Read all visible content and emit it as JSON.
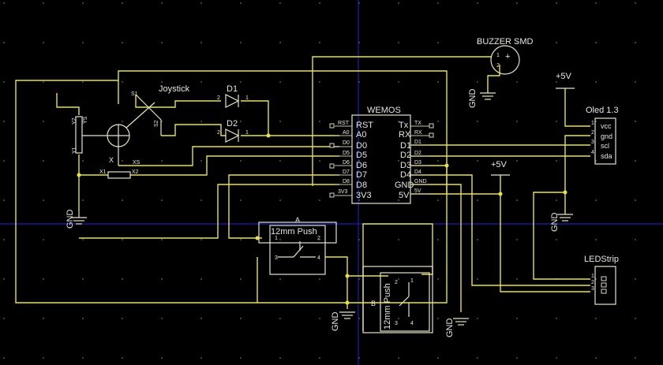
{
  "power": {
    "gnd": "GND",
    "vcc": "+5V"
  },
  "colors": {
    "background": "#000000",
    "wire": "#e7e24a",
    "symbol": "#e7e2c7",
    "origin_axes": "#1b1fb8"
  },
  "components": {
    "wemos": {
      "name": "WEMOS",
      "left_pins": [
        "RST",
        "A0",
        "D0",
        "D5",
        "D6",
        "D7",
        "D8",
        "3V3"
      ],
      "right_pins": [
        "Tx",
        "RX",
        "D1",
        "D2",
        "D3",
        "D4",
        "GND",
        "5V"
      ],
      "net_left": [
        "RST",
        "A0",
        "D0",
        "D5",
        "D6",
        "D7",
        "D8",
        "3V3"
      ],
      "net_right": [
        "TX",
        "RX",
        "D1",
        "D2",
        "D3",
        "D4",
        "GND",
        "5V"
      ]
    },
    "joystick": {
      "name": "Joystick",
      "axis_label": "X",
      "pins": {
        "s1": "S1",
        "s2": "S2",
        "y1": "Y1",
        "y2": "Y2",
        "ys": "YS",
        "xs": "XS",
        "x1": "X1",
        "x2": "X2"
      }
    },
    "d1": {
      "name": "D1",
      "pin_a": "2",
      "pin_k": "1"
    },
    "d2": {
      "name": "D2",
      "pin_a": "2",
      "pin_k": "1"
    },
    "buzzer": {
      "name": "BUZZER SMD",
      "plus": "+",
      "pin1": "1",
      "pin2": "2"
    },
    "oled": {
      "name": "Oled 1.3",
      "pins": [
        "vcc",
        "gnd",
        "scl",
        "sda"
      ],
      "numbers": [
        "1",
        "2",
        "3",
        "4"
      ]
    },
    "ledstrip": {
      "name": "LEDStrip",
      "numbers": [
        "1",
        "2",
        "3"
      ]
    },
    "switch_a": {
      "ref": "A",
      "name": "12mm Push",
      "pins": [
        "1",
        "2",
        "3",
        "4"
      ]
    },
    "switch_b": {
      "ref": "B",
      "name": "12mm Push",
      "pins": [
        "2",
        "1",
        "3",
        "4"
      ]
    }
  }
}
